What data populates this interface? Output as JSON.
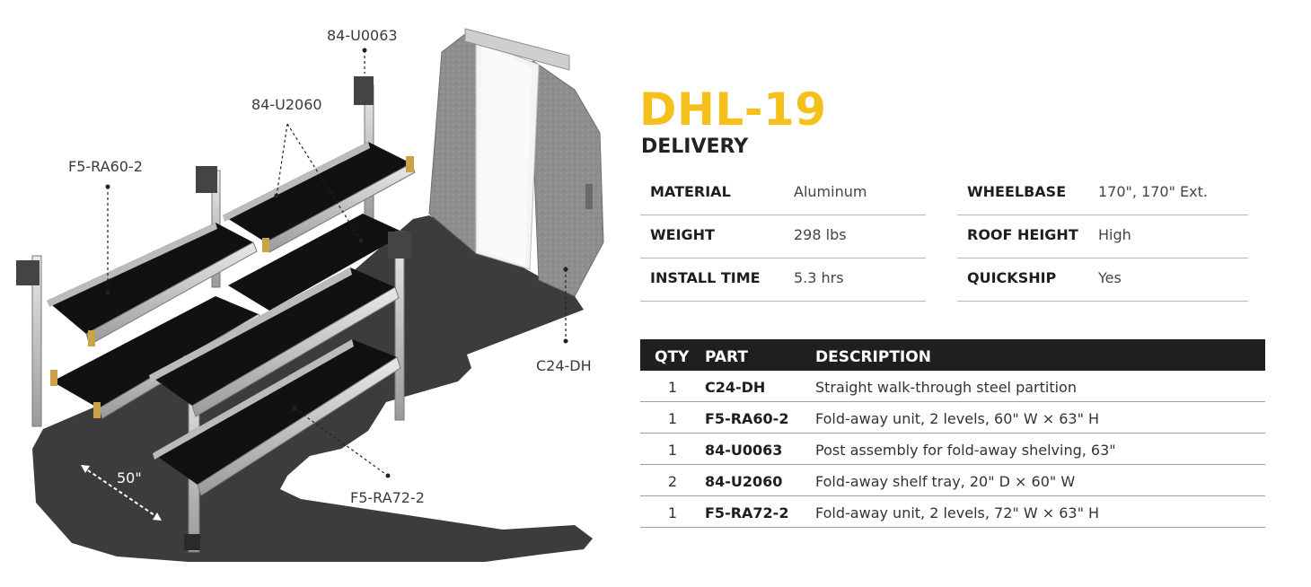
{
  "model": {
    "code": "DHL-19",
    "category": "DELIVERY"
  },
  "specs": [
    {
      "label": "MATERIAL",
      "value": "Aluminum"
    },
    {
      "label": "WEIGHT",
      "value": "298 lbs"
    },
    {
      "label": "INSTALL TIME",
      "value": "5.3 hrs"
    },
    {
      "label": "WHEELBASE",
      "value": "170\", 170\" Ext."
    },
    {
      "label": "ROOF HEIGHT",
      "value": "High"
    },
    {
      "label": "QUICKSHIP",
      "value": "Yes"
    }
  ],
  "parts_table": {
    "headers": [
      "QTY",
      "PART",
      "DESCRIPTION"
    ],
    "rows": [
      {
        "qty": "1",
        "part": "C24-DH",
        "description": "Straight walk-through steel partition"
      },
      {
        "qty": "1",
        "part": "F5-RA60-2",
        "description": "Fold-away unit, 2 levels, 60\" W × 63\" H"
      },
      {
        "qty": "1",
        "part": "84-U0063",
        "description": "Post assembly for fold-away shelving, 63\""
      },
      {
        "qty": "2",
        "part": "84-U2060",
        "description": "Fold-away shelf tray, 20\" D × 60\" W"
      },
      {
        "qty": "1",
        "part": "F5-RA72-2",
        "description": "Fold-away unit, 2 levels, 72\" W × 63\" H"
      }
    ]
  },
  "diagram": {
    "callouts": [
      "84-U0063",
      "84-U2060",
      "F5-RA60-2",
      "C24-DH",
      "F5-RA72-2"
    ],
    "dimension": "50\""
  },
  "colors": {
    "accent": "#f6c01a",
    "header_bg": "#1f1f1f",
    "floor": "#3a3a3a",
    "partition": "#8a8a8a"
  }
}
